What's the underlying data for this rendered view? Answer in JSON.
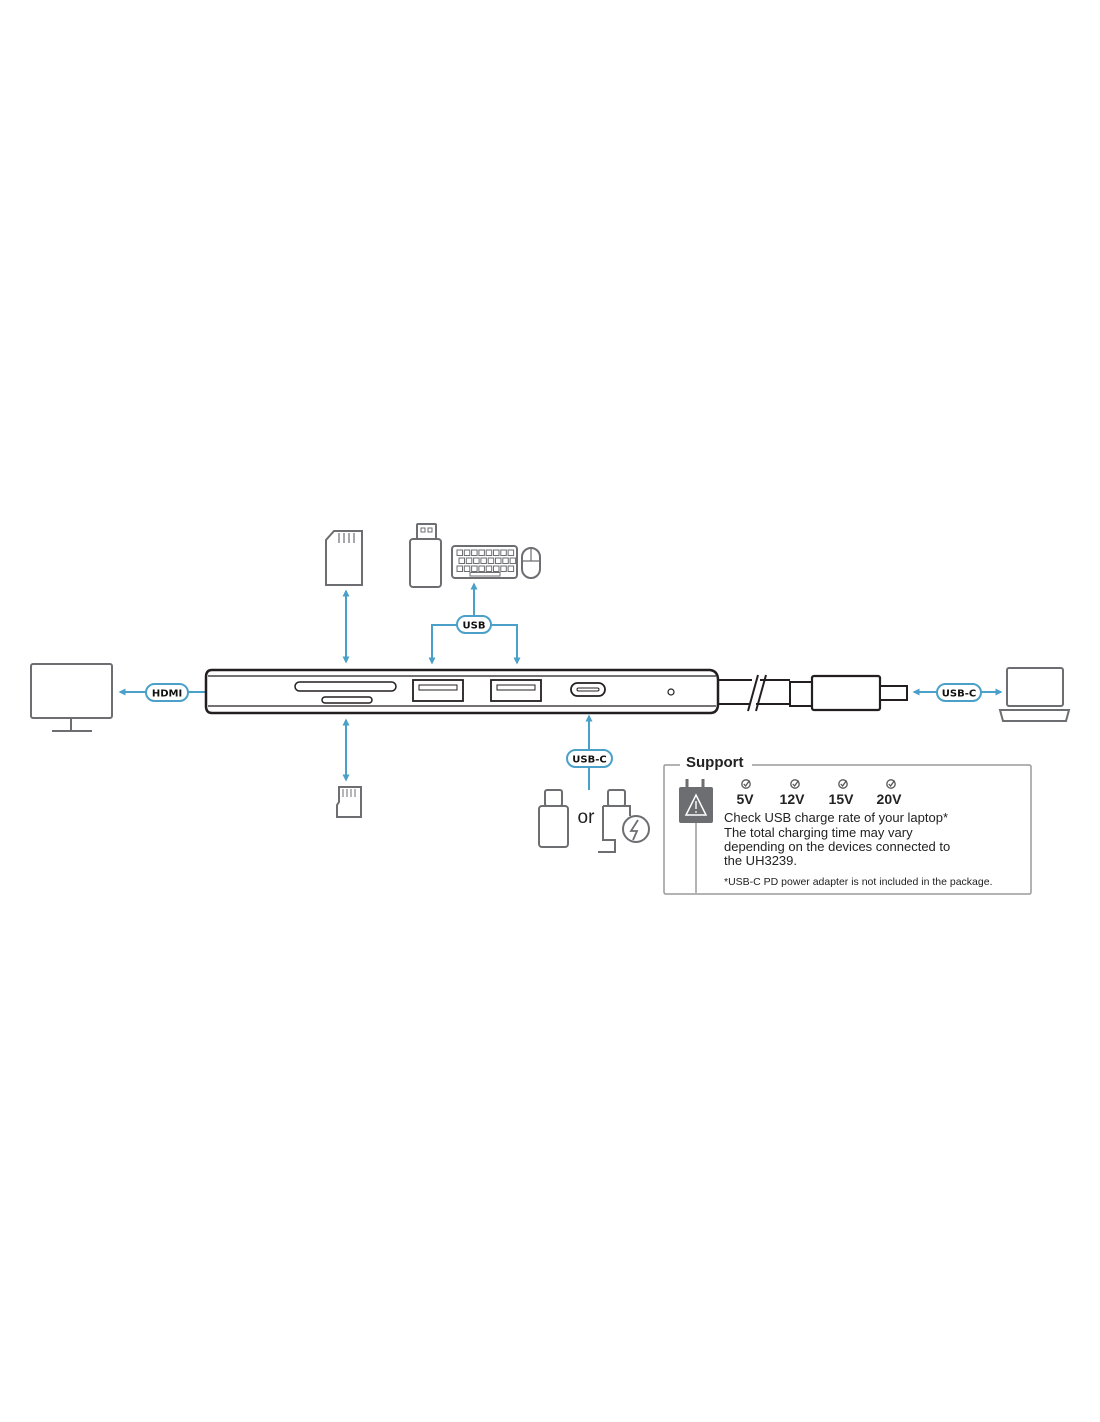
{
  "colors": {
    "accent": "#4aa0c8",
    "device_stroke": "#231f20",
    "icon_stroke": "#6d6e71",
    "support_border": "#9a9a9a"
  },
  "labels": {
    "hdmi": "HDMI",
    "usb": "USB",
    "usb_c_power": "USB-C",
    "usb_c_host": "USB-C",
    "or": "or"
  },
  "support": {
    "title": "Support",
    "voltages": [
      "5V",
      "12V",
      "15V",
      "20V"
    ],
    "line1": "Check USB charge rate of your laptop*",
    "line2": "The total charging time may vary",
    "line3": "depending on the devices connected to",
    "line4": "the UH3239.",
    "footnote": "*USB-C PD power adapter is not included in the package."
  },
  "icons": {
    "monitor": "monitor-icon",
    "laptop": "laptop-icon",
    "sd_card": "sd-card-icon",
    "micro_sd": "micro-sd-card-icon",
    "usb_drive": "usb-flash-drive-icon",
    "keyboard": "keyboard-icon",
    "mouse": "mouse-icon",
    "usb_c_plug": "usb-c-plug-icon",
    "charger": "usb-c-charger-icon",
    "power_adapter": "power-adapter-warning-icon",
    "check": "check-circle-icon"
  }
}
